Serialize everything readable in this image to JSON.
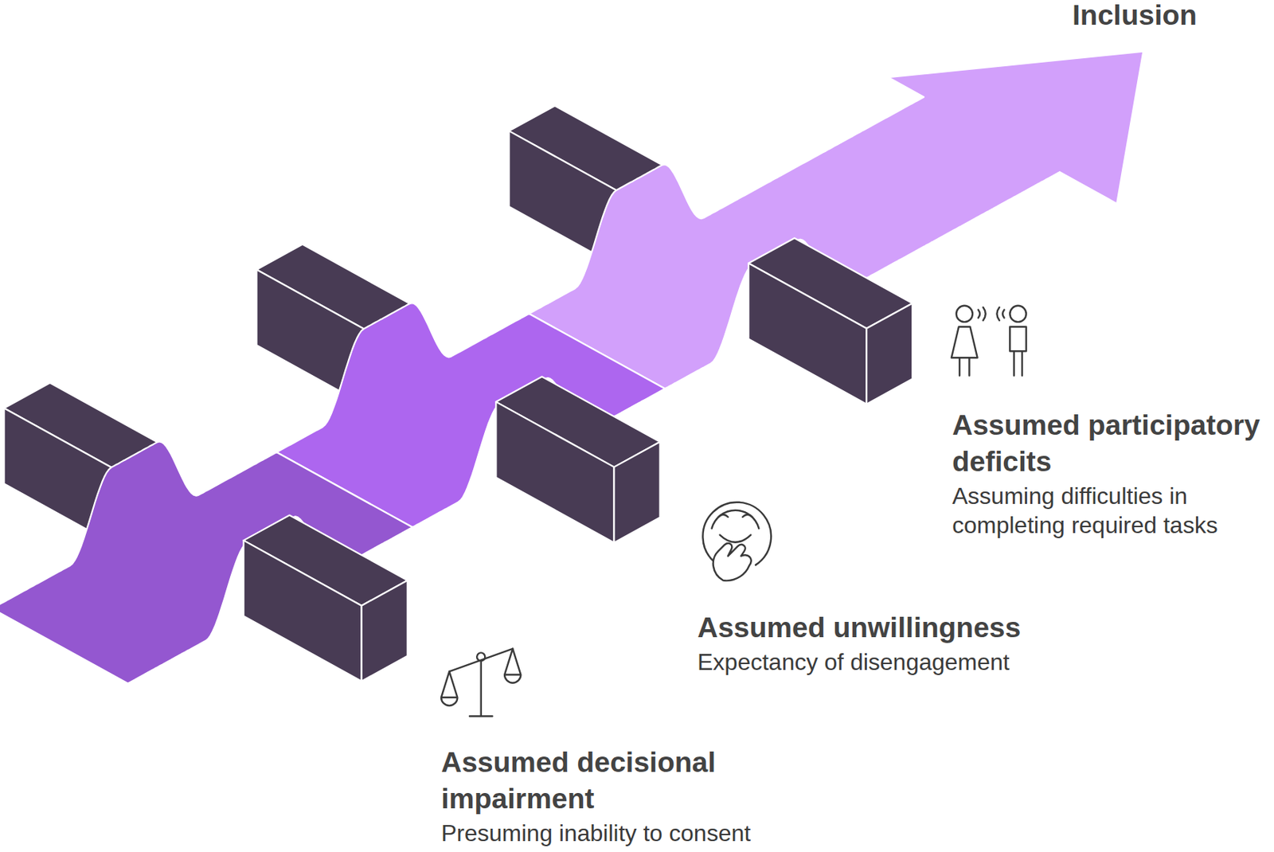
{
  "diagram": {
    "nodes": [
      {
        "text": [
          "Assumed participatory deficits",
          "Assuming difficulties in completing required tasks"
        ]
      },
      {
        "text": [
          "Assumed unwillingness",
          "Expectancy of disengagement"
        ]
      },
      {
        "text": [
          "Assumed decisional impairment",
          "Presuming inability to consent"
        ]
      }
    ],
    "labels": [
      "Inclusion"
    ]
  }
}
